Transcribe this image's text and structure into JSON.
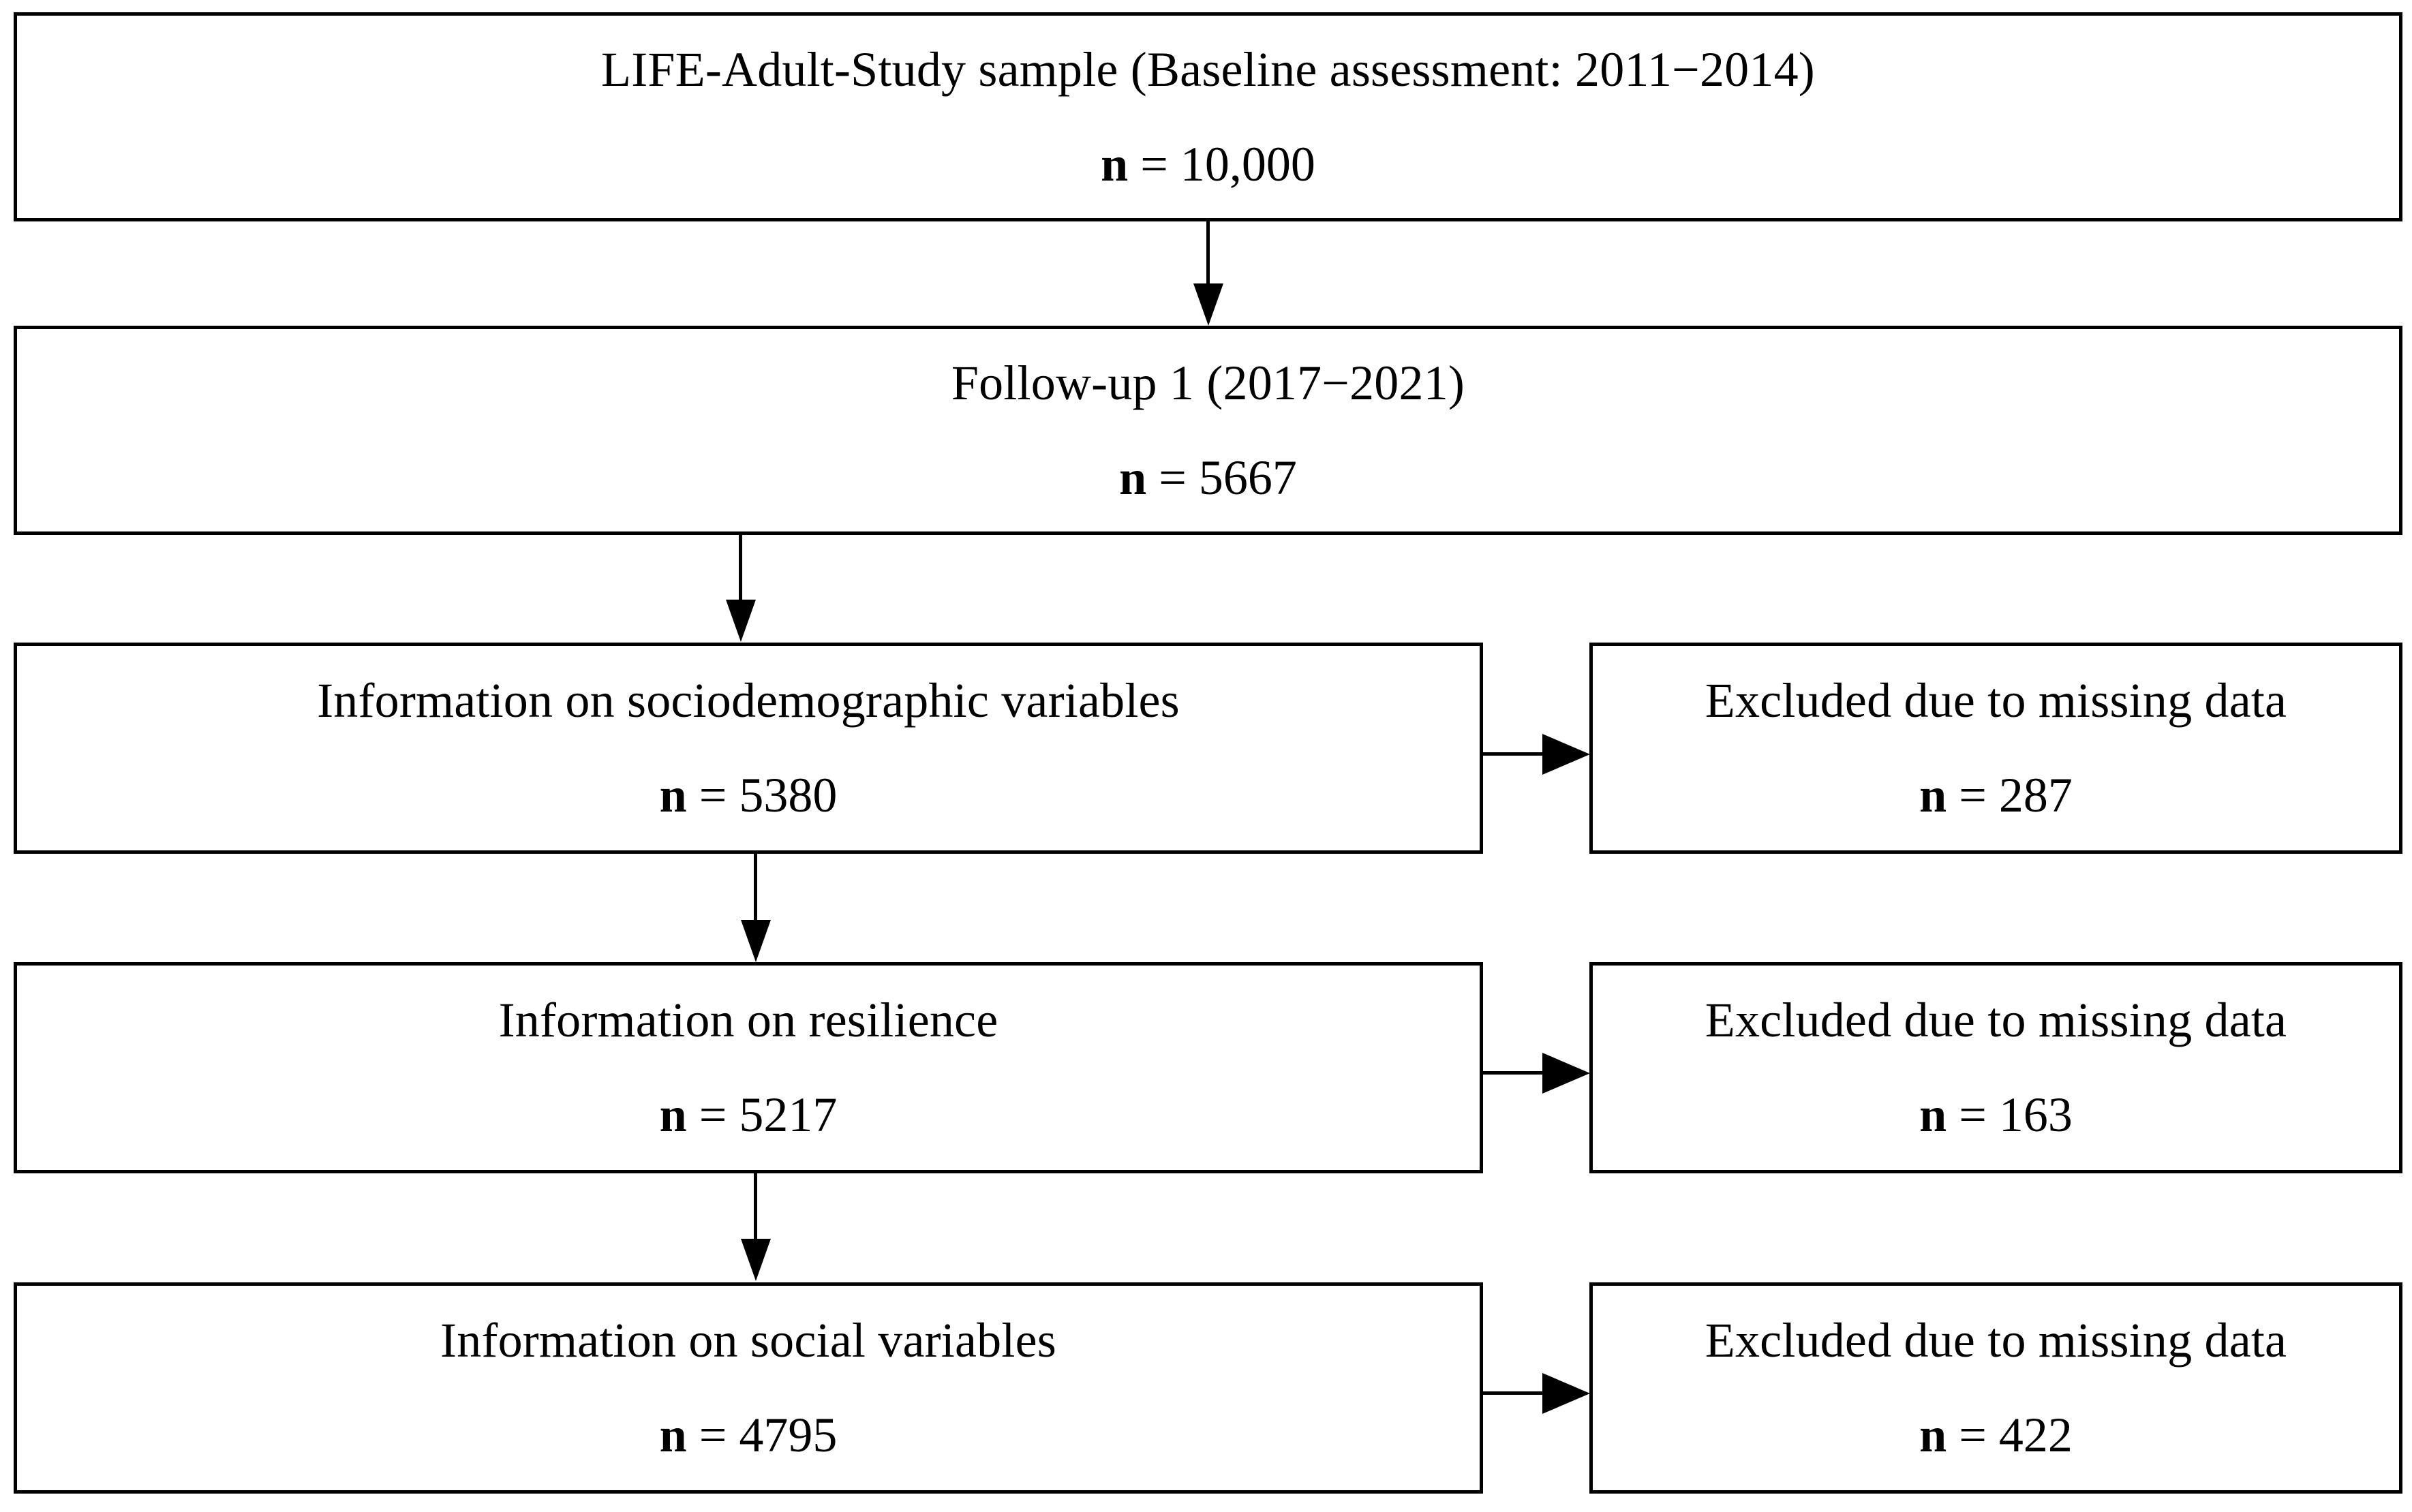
{
  "figure": {
    "type": "flowchart",
    "description": "Participant flow / sample selection diagram",
    "nodes": [
      {
        "id": "baseline",
        "title": "LIFE-Adult-Study sample (Baseline assessment: 2011−2014)",
        "n_label": "n",
        "n_eq": " = ",
        "n_value": "10,000",
        "count_text": "n = 10,000"
      },
      {
        "id": "followup1",
        "title": "Follow-up 1 (2017−2021)",
        "n_label": "n",
        "n_eq": " = ",
        "n_value": "5667",
        "count_text": "n = 5667"
      },
      {
        "id": "sociodemographic",
        "title": "Information on sociodemographic variables",
        "n_label": "n",
        "n_eq": " = ",
        "n_value": "5380",
        "count_text": "n = 5380"
      },
      {
        "id": "excluded-sociodemographic",
        "title": "Excluded due to missing data",
        "n_label": "n",
        "n_eq": " = ",
        "n_value": "287",
        "count_text": "n = 287"
      },
      {
        "id": "resilience",
        "title": "Information on resilience",
        "n_label": "n",
        "n_eq": " = ",
        "n_value": "5217",
        "count_text": "n = 5217"
      },
      {
        "id": "excluded-resilience",
        "title": "Excluded due to missing data",
        "n_label": "n",
        "n_eq": " = ",
        "n_value": "163",
        "count_text": "n = 163"
      },
      {
        "id": "social",
        "title": "Information on social variables",
        "n_label": "n",
        "n_eq": " = ",
        "n_value": "4795",
        "count_text": "n = 4795"
      },
      {
        "id": "excluded-social",
        "title": "Excluded due to missing data",
        "n_label": "n",
        "n_eq": " = ",
        "n_value": "422",
        "count_text": "n = 422"
      }
    ],
    "colors": {
      "stroke": "#000000",
      "fill": "#ffffff",
      "text": "#000000"
    }
  }
}
